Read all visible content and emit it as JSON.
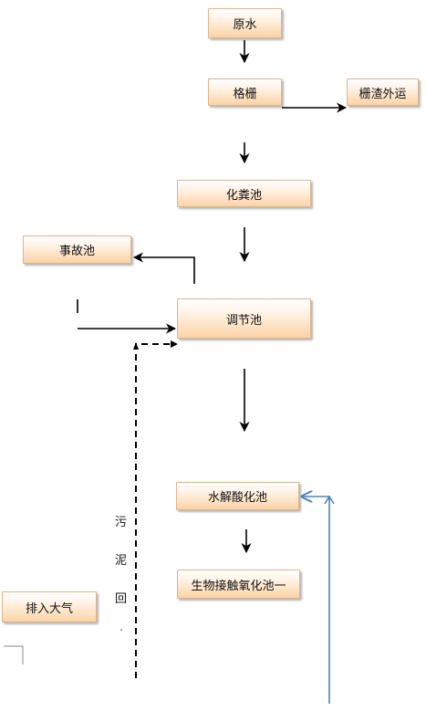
{
  "nodes": {
    "raw_water": "原水",
    "grille": "格栅",
    "grille_slag": "栅渣外运",
    "septic_tank": "化粪池",
    "accident_pool": "事故池",
    "regulating_tank": "调节池",
    "hydrolysis_tank": "水解酸化池",
    "bio_contact_oxidation": "生物接触氧化池一",
    "exhaust_to_atmosphere": "排入大气"
  },
  "sludge_return": {
    "char1": "污",
    "char2": "泥",
    "char3": "回"
  },
  "colors": {
    "box_border": "#e0b58a",
    "box_fill_bottom": "#fbd3a6",
    "arrow": "#000000",
    "blue_arrow": "#4f81bd"
  }
}
